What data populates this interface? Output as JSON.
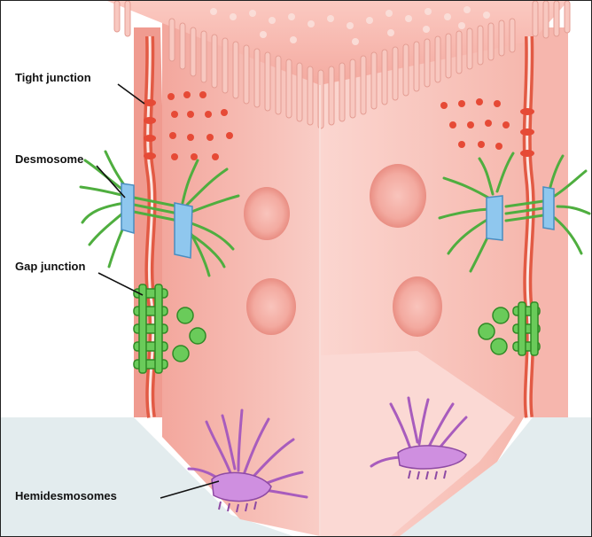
{
  "labels": {
    "tight_junction": "Tight junction",
    "desmosome": "Desmosome",
    "gap_junction": "Gap junction",
    "hemidesmosomes": "Hemidesmosomes"
  },
  "colors": {
    "cell_pink": "#f7c2bb",
    "cell_dark": "#ee9a90",
    "membrane_red": "#e25a44",
    "desmosome_blue": "#8fc7ee",
    "keratin_green": "#4fae3f",
    "gap_green": "#6acb5a",
    "hemidesmosome_purple": "#c57ad6",
    "basal_lamina": "#dfe9ec"
  }
}
